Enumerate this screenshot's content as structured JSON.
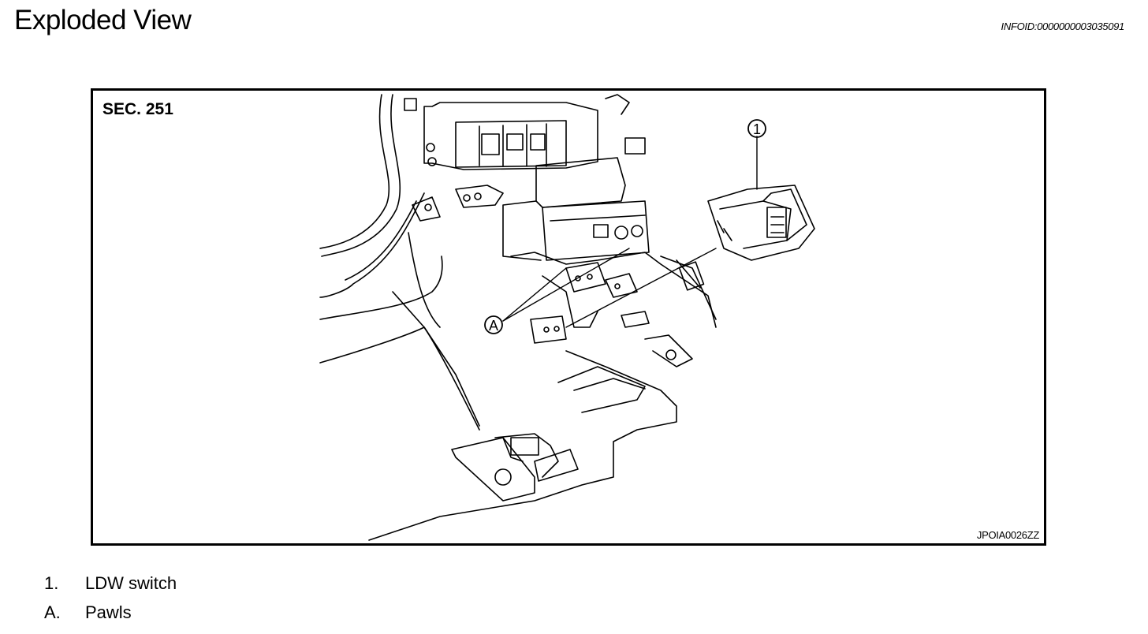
{
  "header": {
    "title": "Exploded View",
    "infoid": "INFOID:0000000003035091"
  },
  "figure": {
    "section": "SEC. 251",
    "code": "JPOIA0026ZZ",
    "callouts": [
      "1",
      "A"
    ]
  },
  "legend": [
    {
      "key": "1.",
      "text": "LDW switch"
    },
    {
      "key": "A.",
      "text": "Pawls"
    }
  ]
}
